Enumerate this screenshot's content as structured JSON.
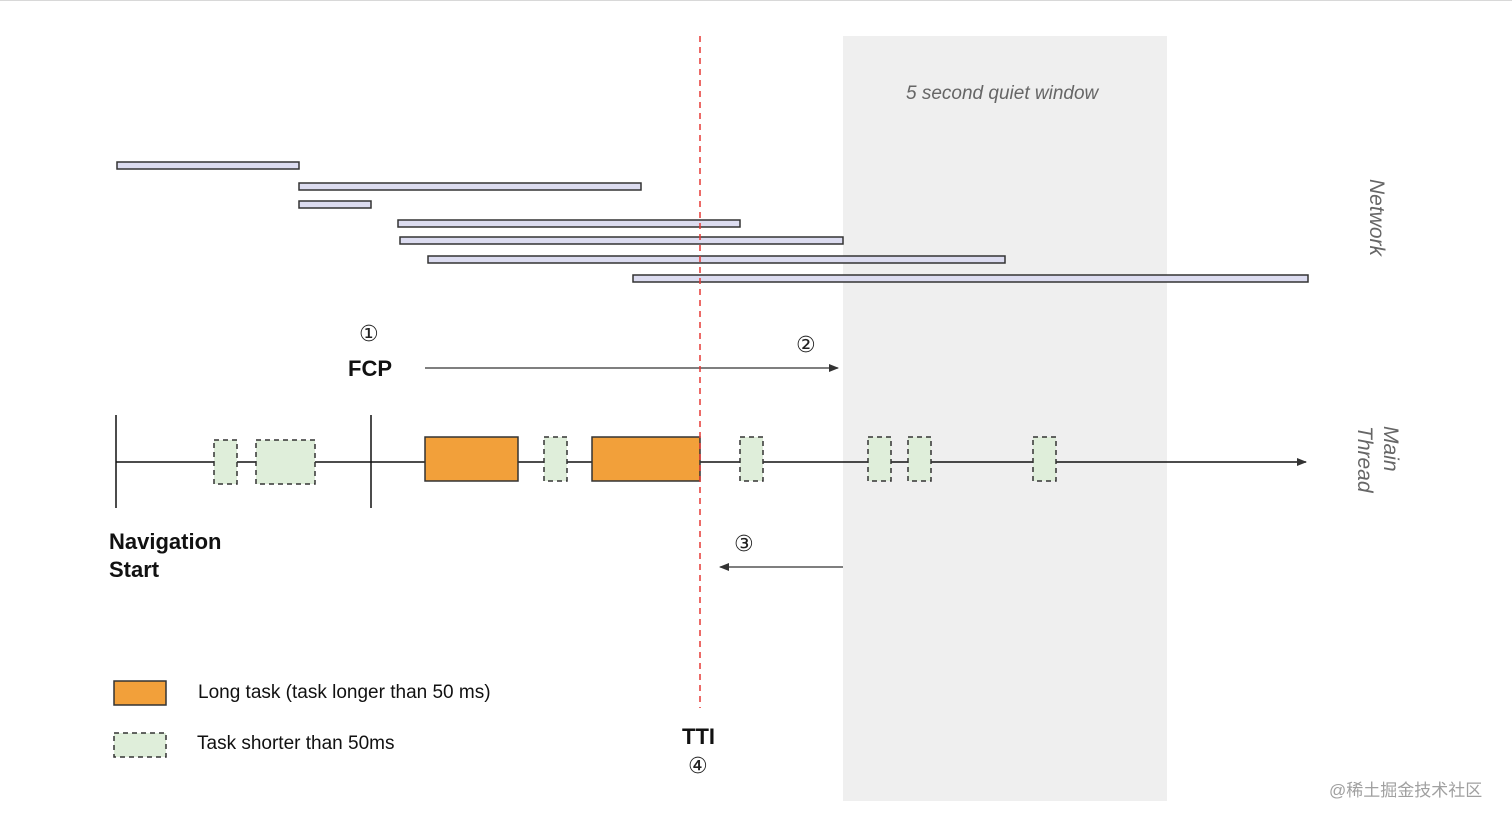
{
  "quiet_window": {
    "label": "5 second quiet window"
  },
  "network": {
    "label": "Network"
  },
  "main_thread": {
    "label_line1": "Main",
    "label_line2": "Thread"
  },
  "markers": {
    "fcp": {
      "number": "①",
      "label": "FCP"
    },
    "step2": {
      "number": "②"
    },
    "step3": {
      "number": "③"
    },
    "tti": {
      "label": "TTI",
      "number": "④"
    }
  },
  "navigation_start": {
    "line1": "Navigation",
    "line2": "Start"
  },
  "legend": [
    {
      "label": "Long task (task longer than 50 ms)",
      "kind": "long"
    },
    {
      "label": "Task shorter than 50ms",
      "kind": "short"
    }
  ],
  "watermark": "@稀土掘金技术社区",
  "colors": {
    "long_task": "#f2a03a",
    "short_task": "#dfeeda",
    "network_bar": "#dcdcf0",
    "quiet_window": "#efefef",
    "tti_line": "#e53935"
  }
}
